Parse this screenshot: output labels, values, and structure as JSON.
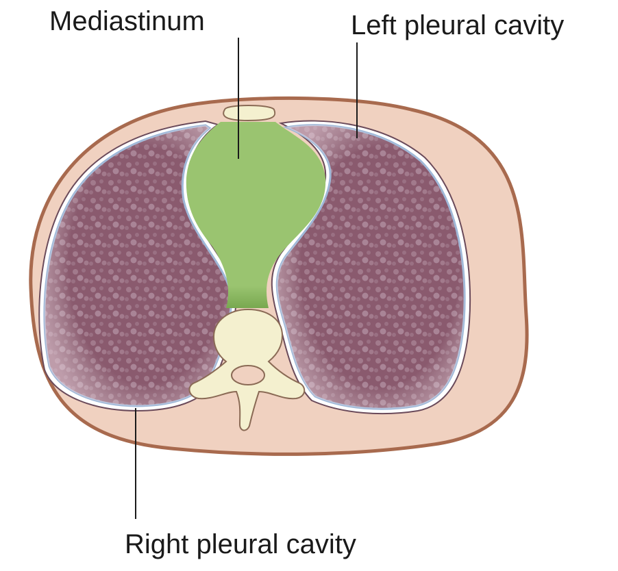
{
  "labels": {
    "mediastinum": "Mediastinum",
    "left_pleural_cavity": "Left pleural cavity",
    "right_pleural_cavity": "Right pleural cavity"
  },
  "colors": {
    "body_wall": "#f0d1c0",
    "body_outline": "#a86a4e",
    "lung": "#8a5a6e",
    "lung_highlight": "#b08898",
    "pleura": "#9fb8d8",
    "mediastinum": "#9ac470",
    "mediastinum_dark": "#7fae55",
    "bone": "#f4f0cf",
    "bone_outline": "#8a6a55"
  }
}
